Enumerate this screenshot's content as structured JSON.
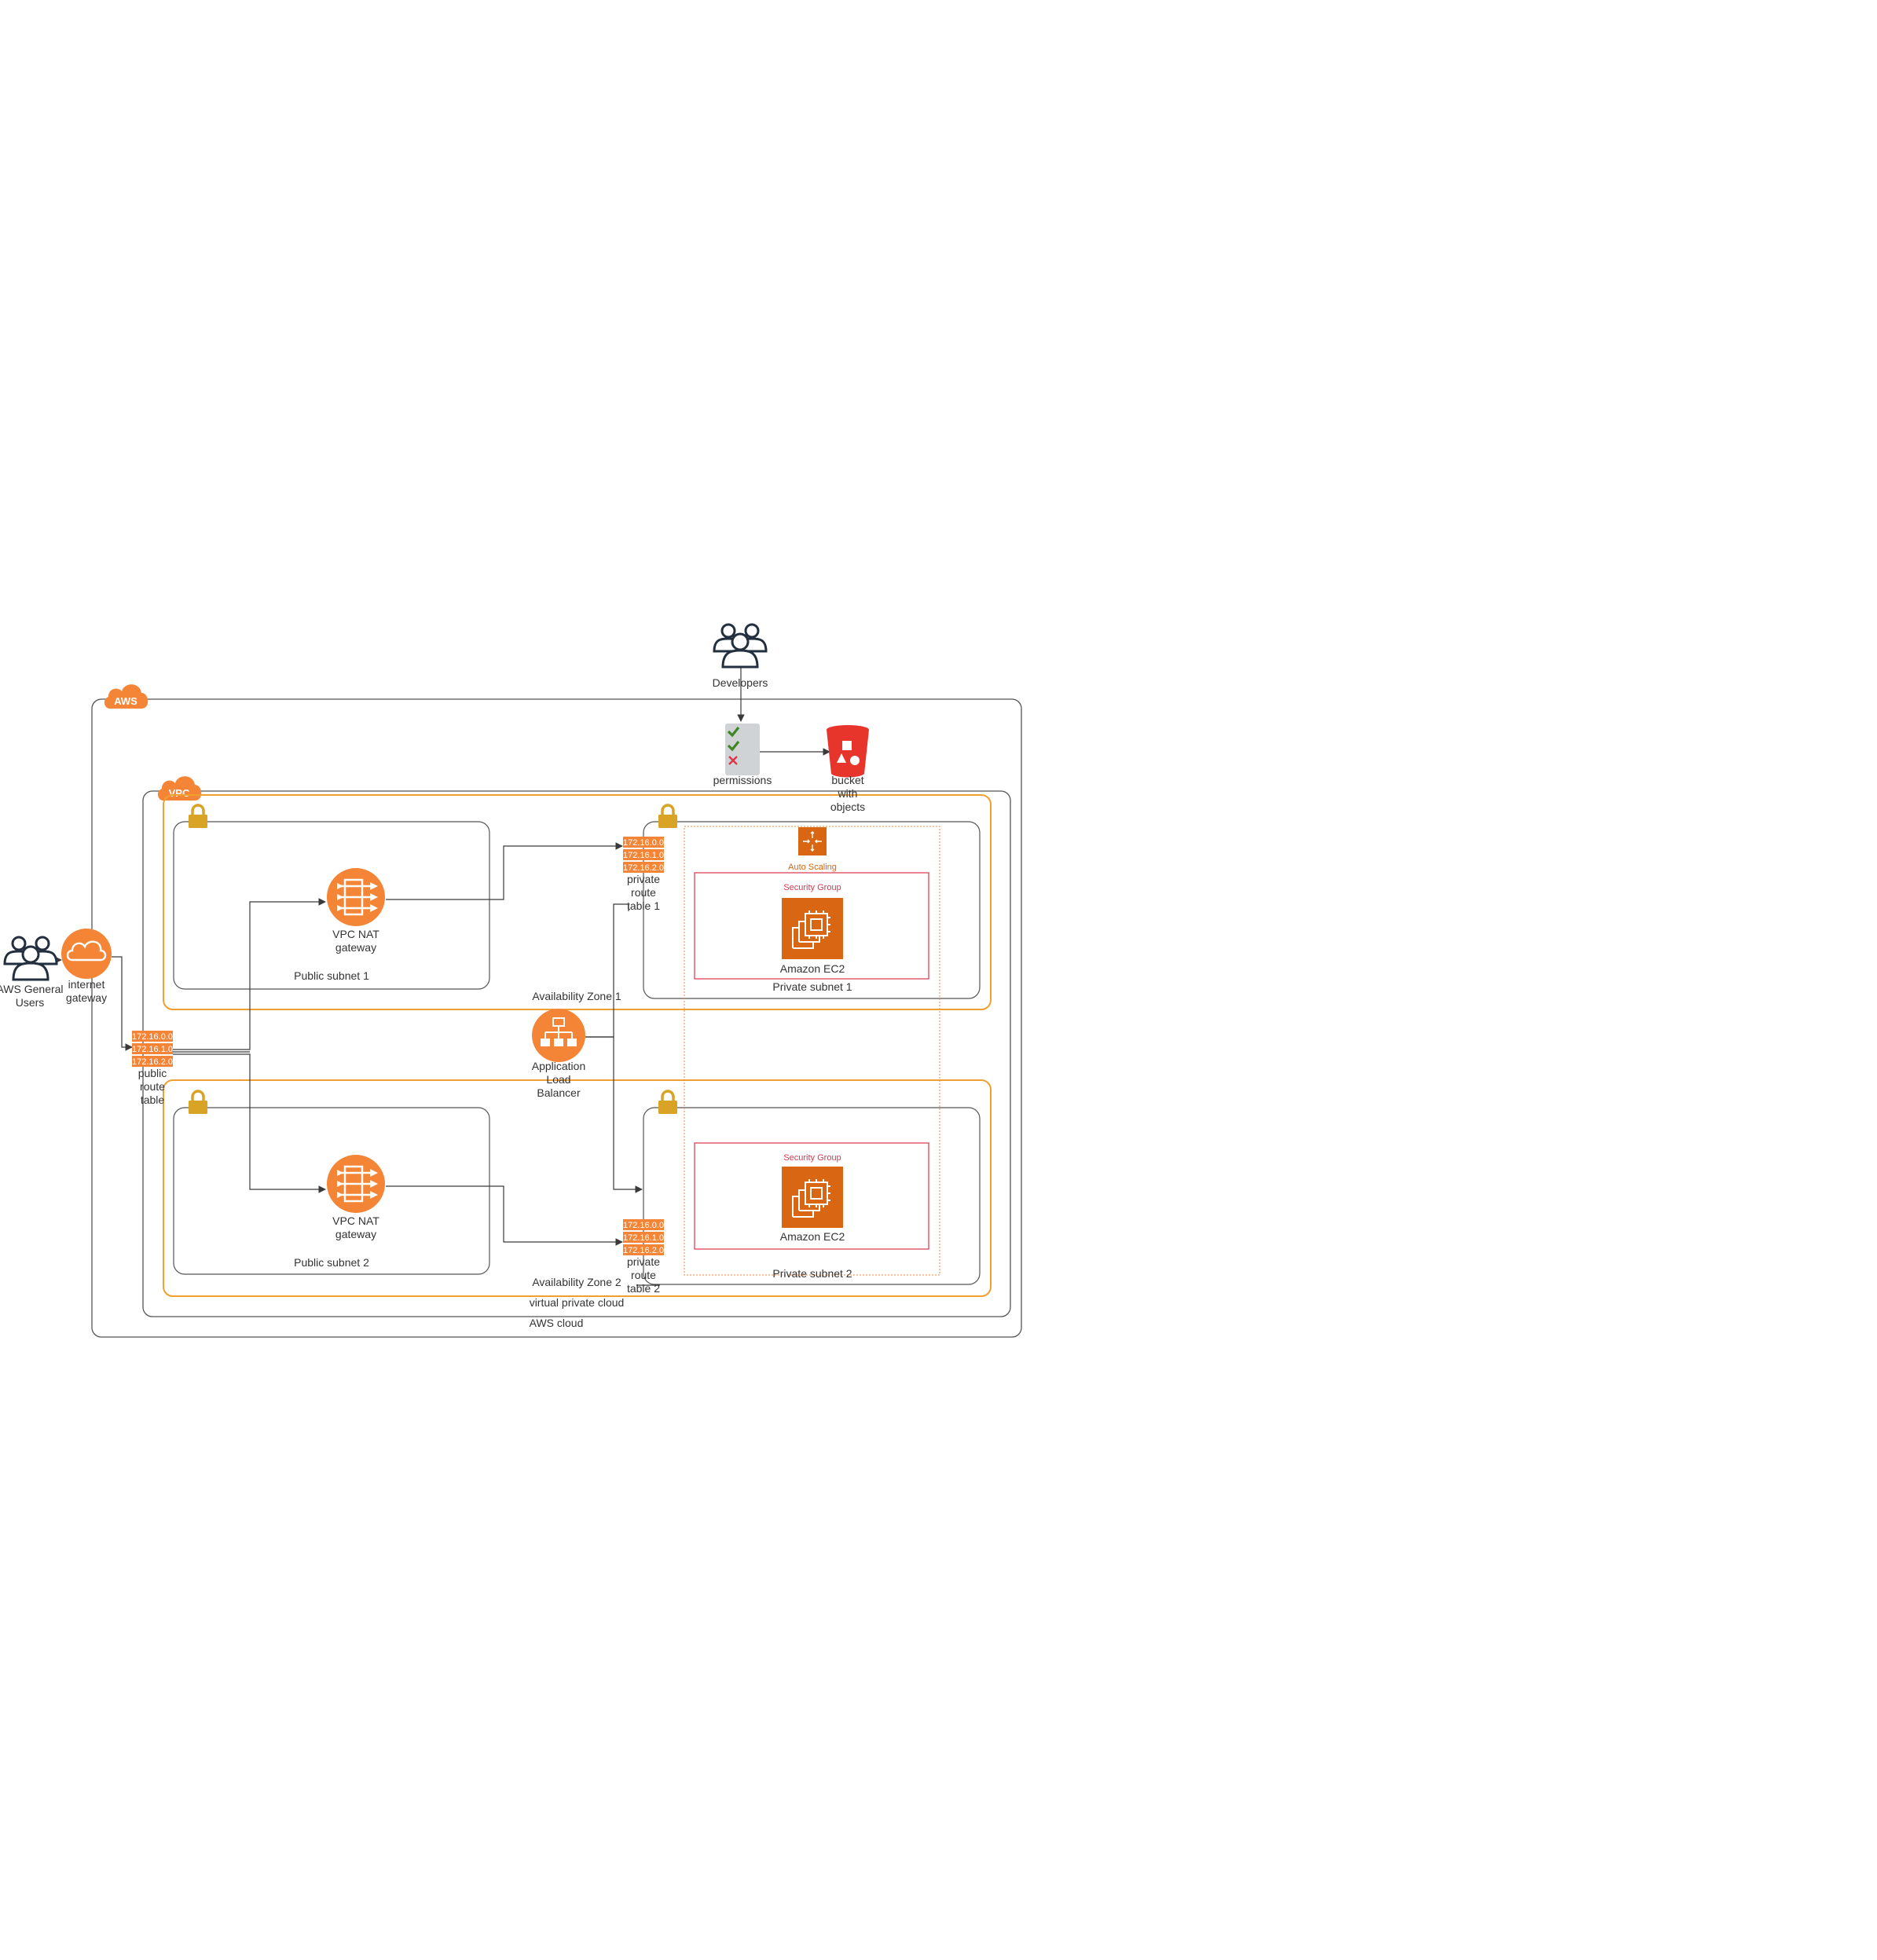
{
  "labels": {
    "developers": "Developers",
    "permissions": "permissions",
    "bucket": [
      "bucket",
      "with",
      "objects"
    ],
    "aws_badge": "AWS",
    "vpc_badge": "VPC",
    "general_users": [
      "AWS General",
      "Users"
    ],
    "internet_gateway": [
      "internet",
      "gateway"
    ],
    "public_route_table": [
      "public",
      "route",
      "table"
    ],
    "nat_gateway_1": [
      "VPC NAT",
      "gateway"
    ],
    "nat_gateway_2": [
      "VPC NAT",
      "gateway"
    ],
    "public_subnet_1": "Public subnet 1",
    "public_subnet_2": "Public subnet 2",
    "availability_zone_1": "Availability Zone 1",
    "availability_zone_2": "Availability Zone 2",
    "private_route_table_1": [
      "private",
      "route",
      "table 1"
    ],
    "private_route_table_2": [
      "private",
      "route",
      "table 2"
    ],
    "load_balancer": [
      "Application",
      "Load",
      "Balancer"
    ],
    "auto_scaling": "Auto Scaling",
    "security_group_1": "Security Group",
    "security_group_2": "Security Group",
    "ec2_1": "Amazon EC2",
    "ec2_2": "Amazon EC2",
    "private_subnet_1": "Private subnet 1",
    "private_subnet_2": "Private subnet 2",
    "vpc_label": "virtual private cloud",
    "aws_cloud_label": "AWS cloud"
  },
  "route_table_entries": [
    "172.16.0.0",
    "172.16.1.0",
    "172.16.2.0"
  ],
  "colors": {
    "aws_orange": "#f58536",
    "ec2_orange": "#d86613",
    "zone_border": "#f0a030",
    "lock_gold": "#d9a425",
    "security_red": "#dd344c",
    "bucket_red": "#e7352c",
    "line": "#3a3a3a"
  },
  "icons": {
    "developers": "users-group-icon",
    "general_users": "users-group-icon",
    "permissions": "checklist-icon",
    "bucket": "s3-bucket-icon",
    "internet_gateway": "cloud-icon",
    "nat_gateway": "nat-gateway-icon",
    "load_balancer": "load-balancer-icon",
    "auto_scaling": "auto-scaling-icon",
    "ec2": "ec2-instance-icon",
    "lock": "lock-icon",
    "route_table": "route-table-icon"
  }
}
